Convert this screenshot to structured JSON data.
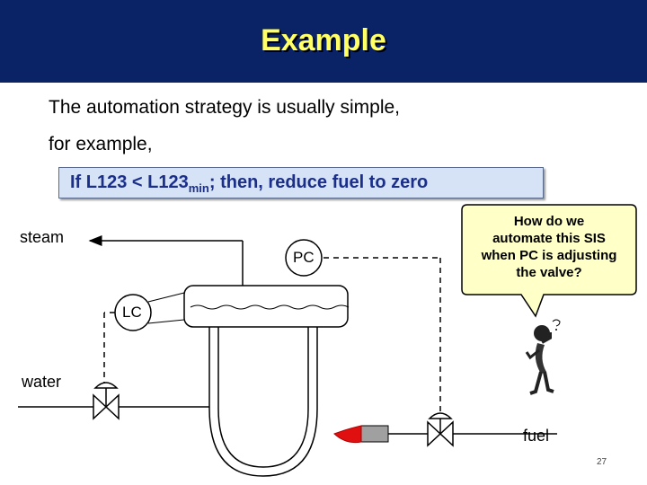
{
  "slide": {
    "title": "Example",
    "line1": "The automation strategy  is usually simple,",
    "line2": "for example,",
    "rule": {
      "prefix": "If L123 <  L123",
      "sub": "min",
      "suffix": "; then, reduce fuel to zero"
    },
    "page_number": "27"
  },
  "diagram": {
    "labels": {
      "steam": "steam",
      "water": "water",
      "fuel": "fuel",
      "pc": "PC",
      "lc": "LC"
    },
    "callout": {
      "line1": "How do we",
      "line2": "automate this SIS",
      "line3": "when PC is adjusting",
      "line4": "the valve?"
    },
    "colors": {
      "title_bar": "#0a2266",
      "title_text": "#ffff66",
      "rule_box": "#d6e3f7",
      "rule_text": "#1a2e8a",
      "callout_fill": "#ffffc8",
      "flame": "#e01010",
      "burner": "#a0a0a0"
    }
  }
}
